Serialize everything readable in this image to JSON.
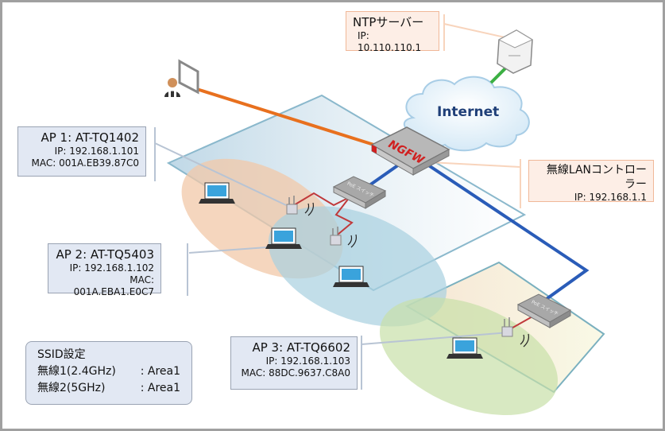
{
  "diagram": {
    "ntp_server": {
      "title": "NTPサーバー",
      "ip": "IP: 10.110.110.1"
    },
    "internet": {
      "label": "Internet"
    },
    "firewall": {
      "label": "NGFW"
    },
    "wlan_controller": {
      "title": "無線LANコントローラー",
      "ip": "IP: 192.168.1.1"
    },
    "poe_switch_label": "PoE スイッチ",
    "access_points": [
      {
        "title": "AP 1: AT-TQ1402",
        "ip": "IP: 192.168.1.101",
        "mac": "MAC: 001A.EB39.87C0"
      },
      {
        "title": "AP 2: AT-TQ5403",
        "ip": "IP: 192.168.1.102",
        "mac": "MAC: 001A.EBA1.E0C7"
      },
      {
        "title": "AP 3: AT-TQ6602",
        "ip": "IP: 192.168.1.103",
        "mac": "MAC: 88DC.9637.C8A0"
      }
    ],
    "ssid_settings": {
      "title": "SSID設定",
      "rows": [
        {
          "radio": "無線1(2.4GHz)",
          "value": ": Area1"
        },
        {
          "radio": "無線2(5GHz)",
          "value": ": Area1"
        }
      ]
    },
    "colors": {
      "wan_link": "#3cb043",
      "admin_link": "#e8701e",
      "lan_link": "#2a5cb8",
      "poe_link": "#c0393b",
      "coverage_ap1": "#f2c8a8",
      "coverage_ap2": "#a8d0e0",
      "coverage_ap3": "#c8e0a8"
    }
  }
}
